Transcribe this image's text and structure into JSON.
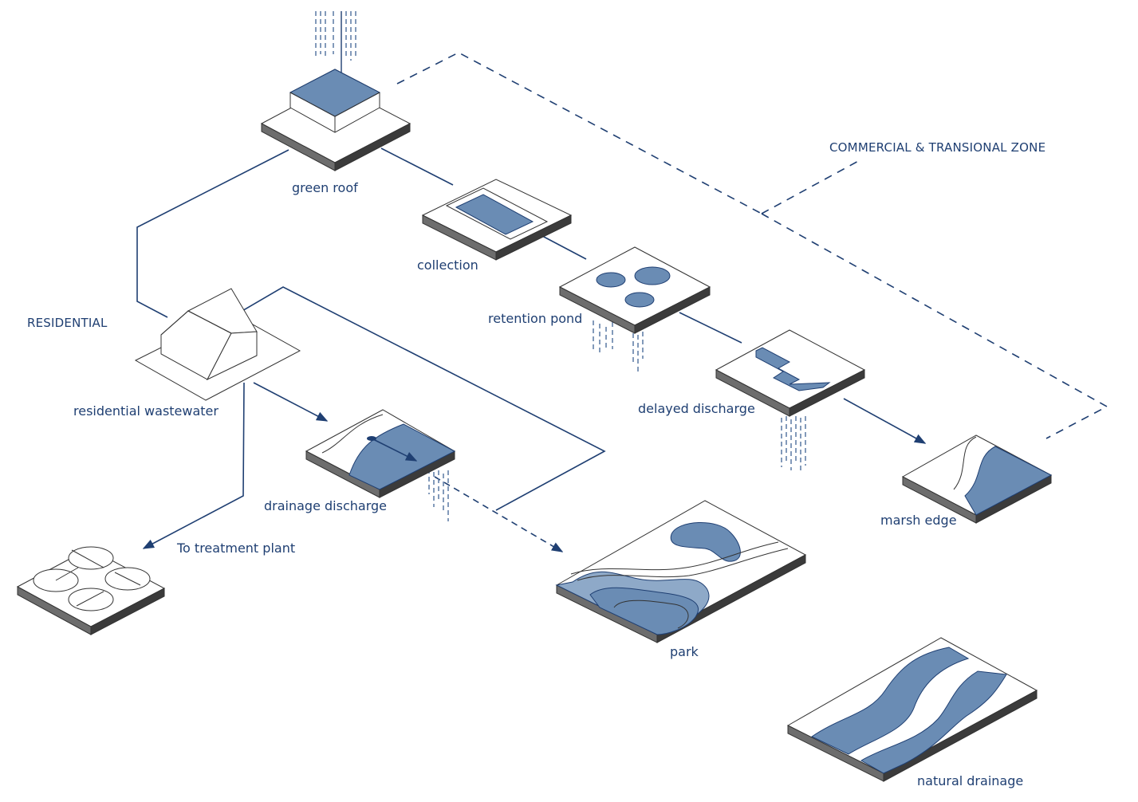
{
  "zones": {
    "commercial": "COMMERCIAL & TRANSIONAL ZONE",
    "residential": "RESIDENTIAL"
  },
  "nodes": {
    "green_roof": "green roof",
    "collection": "collection",
    "retention_pond": "retention pond",
    "delayed_discharge": "delayed discharge",
    "marsh_edge": "marsh edge",
    "residential_wastewater": "residential wastewater",
    "drainage_discharge": "drainage discharge",
    "treatment_plant": "To treatment plant",
    "park": "park",
    "natural_drainage": "natural drainage"
  },
  "colors": {
    "ink": "#1f3f72",
    "water": "#6a8cb4",
    "water_light": "#8ea9c8",
    "slab_side_left": "#6d6d6d",
    "slab_side_right": "#3b3b3b"
  }
}
